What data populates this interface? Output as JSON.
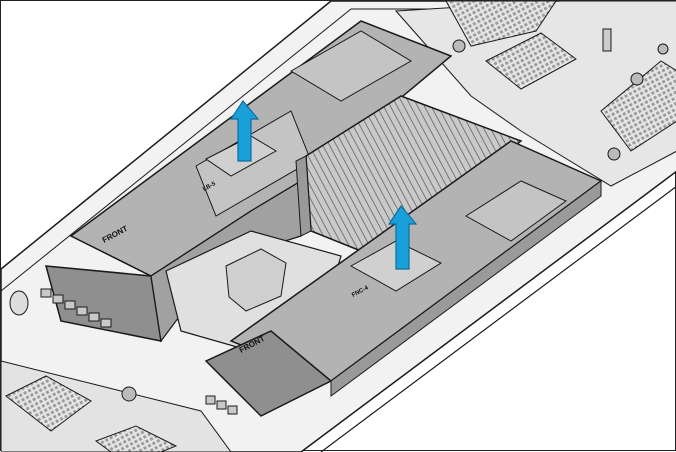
{
  "labels": {
    "front_left": "FRONT",
    "front_right": "FRONT",
    "tag_left": "LB-5",
    "tag_right": "FNC-4"
  },
  "colors": {
    "shroud": "#b3b3b3",
    "shroud_dark": "#8f8f8f",
    "tray": "#d7d7d7",
    "outline": "#1a1a1a",
    "arrow": "#1aa0d8",
    "arrow_dark": "#0c6f9c"
  },
  "icons": [
    "up-arrow-icon",
    "up-arrow-icon",
    "heatsink-icon"
  ]
}
